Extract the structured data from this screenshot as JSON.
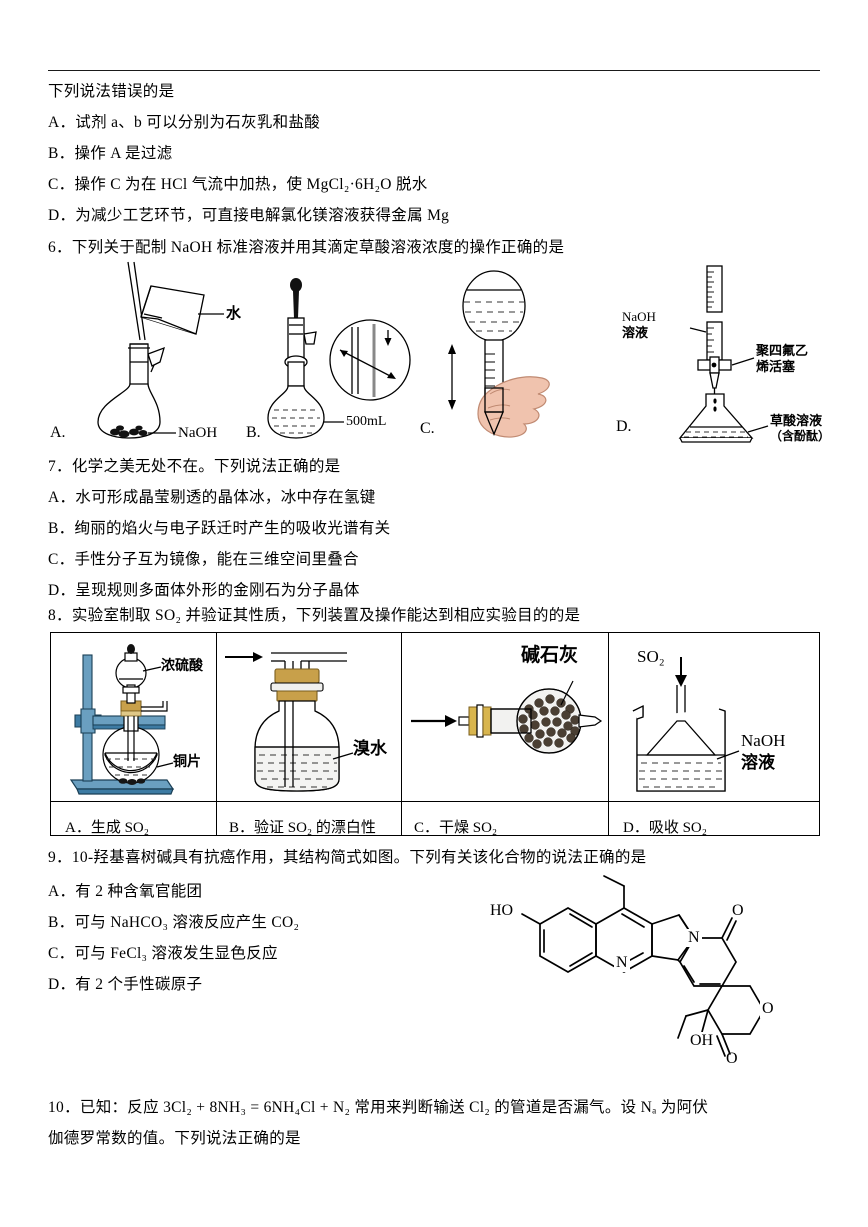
{
  "page": {
    "top_rule": true
  },
  "q5_tail": {
    "stem": "下列说法错误的是",
    "options": [
      "A．试剂 a、b 可以分别为石灰乳和盐酸",
      "B．操作 A 是过滤",
      "C．操作 C 为在 HCl 气流中加热，使 MgCl₂·6H₂O 脱水",
      "D．为减少工艺环节，可直接电解氯化镁溶液获得金属 Mg"
    ]
  },
  "q6": {
    "stem": "6．下列关于配制 NaOH 标准溶液并用其滴定草酸溶液浓度的操作正确的是",
    "choices": [
      {
        "letter": "A.",
        "labels": [
          "水",
          "NaOH"
        ]
      },
      {
        "letter": "B.",
        "labels": [
          "500mL"
        ]
      },
      {
        "letter": "C.",
        "labels": []
      },
      {
        "letter": "D.",
        "labels": [
          "NaOH",
          "溶液",
          "聚四氟乙",
          "烯活塞",
          "草酸溶液",
          "（含酚酞）"
        ]
      }
    ]
  },
  "q7": {
    "stem": "7．化学之美无处不在。下列说法正确的是",
    "options": [
      "A．水可形成晶莹剔透的晶体冰，冰中存在氢键",
      "B．绚丽的焰火与电子跃迁时产生的吸收光谱有关",
      "C．手性分子互为镜像，能在三维空间里叠合",
      "D．呈现规则多面体外形的金刚石为分子晶体"
    ]
  },
  "q8": {
    "stem": "8．实验室制取 SO₂ 并验证其性质，下列装置及操作能达到相应实验目的的是",
    "cells": [
      {
        "caption": "A．生成 SO₂",
        "labels": [
          "浓硫酸",
          "铜片"
        ]
      },
      {
        "caption": "B．验证 SO₂ 的漂白性",
        "labels": [
          "溴水"
        ]
      },
      {
        "caption": "C．干燥 SO₂",
        "labels": [
          "碱石灰"
        ]
      },
      {
        "caption": "D．吸收 SO₂",
        "labels": [
          "SO₂",
          "NaOH",
          "溶液"
        ]
      }
    ]
  },
  "q9": {
    "stem": "9．10-羟基喜树碱具有抗癌作用，其结构简式如图。下列有关该化合物的说法正确的是",
    "options": [
      "A．有 2 种含氧官能团",
      "B．可与 NaHCO₃ 溶液反应产生 CO₂",
      "C．可与 FeCl₃ 溶液发生显色反应",
      "D．有 2 个手性碳原子"
    ],
    "structure_labels": [
      "HO",
      "N",
      "N",
      "O",
      "O",
      "O",
      "O",
      "OH"
    ]
  },
  "q10": {
    "line1": "10．已知：反应 3Cl₂ + 8NH₃ = 6NH₄Cl + N₂ 常用来判断输送 Cl₂ 的管道是否漏气。设 Nₐ 为阿伏",
    "line2": "伽德罗常数的值。下列说法正确的是"
  },
  "colors": {
    "ink": "#000000",
    "stand_blue": "#6a9fc0",
    "stand_blue_dark": "#3d7ba3",
    "skin": "#f0c3ae",
    "skin_line": "#c08a72",
    "cork_tan": "#c8a04a",
    "cork_light": "#e0c888",
    "soda_lime": "#4a3f33",
    "glass_fill": "#f2f2f0"
  }
}
